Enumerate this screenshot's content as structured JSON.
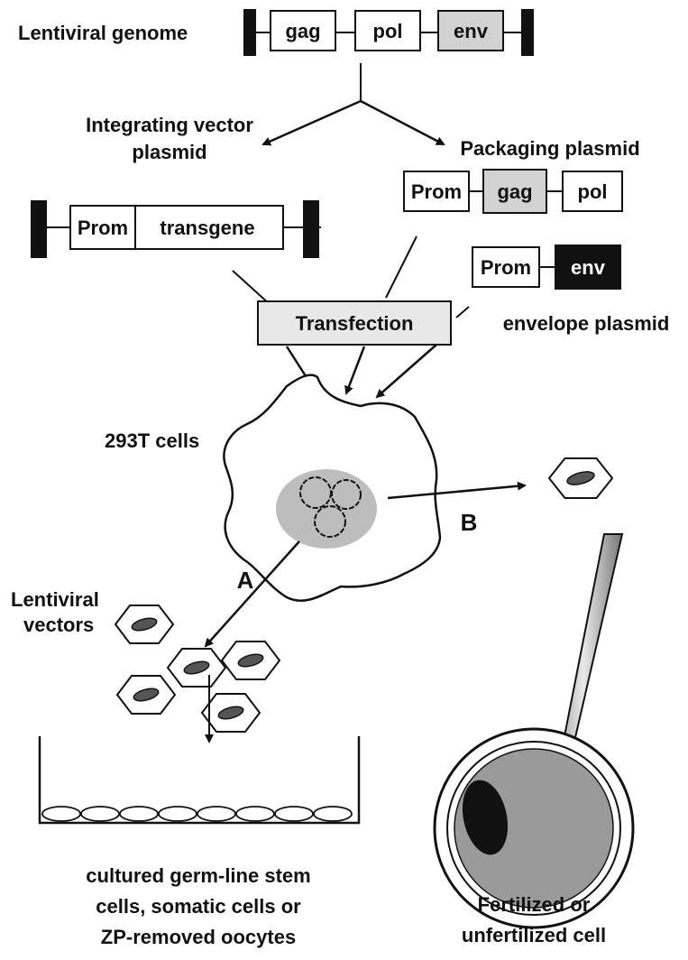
{
  "labels": {
    "lentiviral_genome": "Lentiviral genome",
    "integrating_vector_line1": "Integrating vector",
    "integrating_vector_line2": "plasmid",
    "packaging_plasmid": "Packaging plasmid",
    "envelope_plasmid": "envelope plasmid",
    "cells_293t": "293T cells",
    "lentiviral_vectors_line1": "Lentiviral",
    "lentiviral_vectors_line2": "vectors",
    "route_a": "A",
    "route_b": "B",
    "cultured_line1": "cultured germ-line stem",
    "cultured_line2": "cells, somatic cells or",
    "cultured_line3": "ZP-removed oocytes",
    "fertilized_line1": "Fertilized or",
    "fertilized_line2": "unfertilized cell"
  },
  "genome_boxes": {
    "gag": "gag",
    "pol": "pol",
    "env": "env"
  },
  "vector_boxes": {
    "prom": "Prom",
    "transgene": "transgene"
  },
  "packaging_boxes": {
    "prom": "Prom",
    "gag": "gag",
    "pol": "pol"
  },
  "envelope_boxes": {
    "prom": "Prom",
    "env": "env"
  },
  "transfection": {
    "label": "Transfection"
  },
  "colors": {
    "ink": "#111111",
    "box_grey": "#d2d2d2",
    "cell_grey": "#9a9a9a",
    "nucleus_grey": "#bdbdbd",
    "dark": "#111111"
  }
}
